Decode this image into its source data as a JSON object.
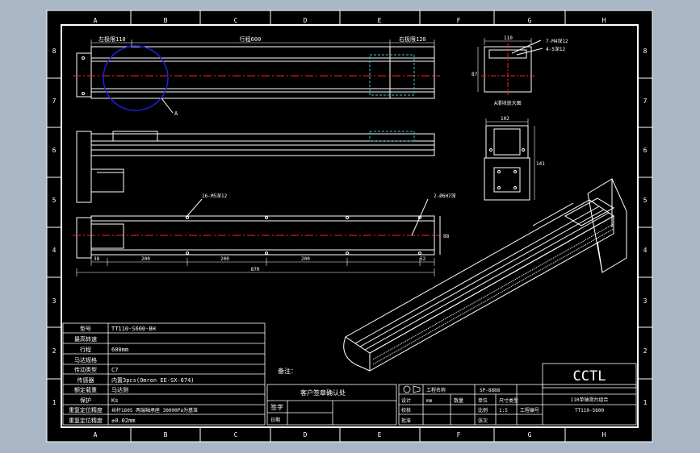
{
  "border": {
    "cols": [
      "A",
      "B",
      "C",
      "D",
      "E",
      "F",
      "G",
      "H"
    ],
    "rows": [
      "8",
      "7",
      "6",
      "5",
      "4",
      "3",
      "2",
      "1"
    ]
  },
  "top_view": {
    "dim_left": "左极限110",
    "dim_total": "行程600",
    "dim_right": "右极限120",
    "balloon": "A"
  },
  "section_view": {
    "dim_width": "110",
    "dim_height": "87",
    "callout_1": "7-M4深12",
    "callout_2": "4-5深12",
    "label": "A滑块放大图"
  },
  "end_view": {
    "dim_width": "102",
    "dim_height": "141"
  },
  "bottom_view": {
    "callout_left": "16-M5深12",
    "callout_right": "2-Ø6H7深",
    "dim_right_side": "88",
    "pitches": [
      "38",
      "200",
      "200",
      "200",
      "52"
    ],
    "dim_overall": "870"
  },
  "spec_table": [
    {
      "label": "型号",
      "value": "TT110-S600-BH"
    },
    {
      "label": "最高转速",
      "value": ""
    },
    {
      "label": "行程",
      "value": "600mm"
    },
    {
      "label": "马达规格",
      "value": ""
    },
    {
      "label": "传动类型",
      "value": "C7"
    },
    {
      "label": "传感器",
      "value": "内置3pcs(Omron EE-SX-674)"
    },
    {
      "label": "额定载重",
      "value": "马达侧"
    },
    {
      "label": "保护",
      "value": "Ks"
    },
    {
      "label": "重复定位精度",
      "value": "丝杆1605 两端轴承座 30000Pa为基准"
    },
    {
      "label": "重复定位精度",
      "value": "±0.02mm"
    }
  ],
  "customer_box": {
    "remark_label": "备注：",
    "confirm_label": "客户签章确认处",
    "sign_label": "签字",
    "date_label": "日期"
  },
  "title_block": {
    "company": "CCTL",
    "project_label": "工程名称",
    "project_value": "SP-8888",
    "drawing_name": "110单轴滑台组合",
    "drawing_no": "TT110-S600",
    "design_label": "设计",
    "check_label": "校核",
    "approve_label": "批准",
    "unit_label": "单位",
    "unit_value": "mm",
    "scale_label": "比例",
    "scale_value": "1:5",
    "material_label": "数量",
    "sheet_label": "张次",
    "dim_label": "尺寸类型",
    "process_label": "工程编号"
  },
  "colors": {
    "background": "#a9b6c6",
    "paper": "#000000",
    "line": "#ffffff",
    "centerline": "#ff2020",
    "balloon": "#2020e0",
    "hidden": "#40c0c0"
  }
}
